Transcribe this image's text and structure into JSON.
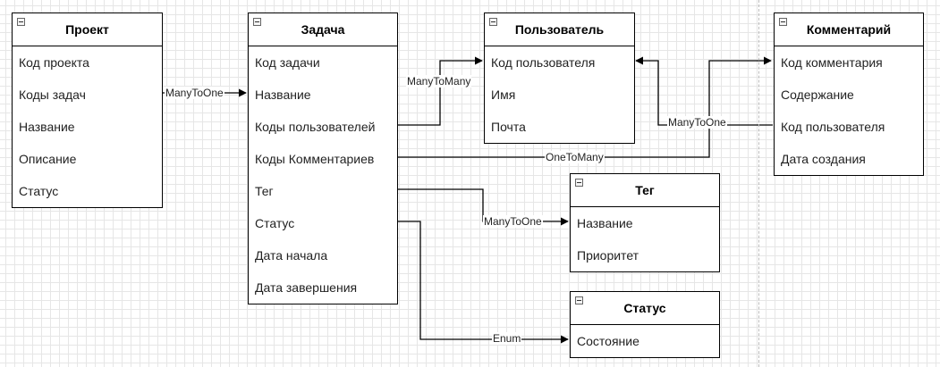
{
  "entities": {
    "project": {
      "title": "Проект",
      "fields": [
        "Код проекта",
        "Коды задач",
        "Название",
        "Описание",
        "Статус"
      ]
    },
    "task": {
      "title": "Задача",
      "fields": [
        "Код задачи",
        "Название",
        "Коды пользователей",
        "Коды Комментариев",
        "Тег",
        "Статус",
        "Дата начала",
        "Дата завершения"
      ]
    },
    "user": {
      "title": "Пользователь",
      "fields": [
        "Код пользователя",
        "Имя",
        "Почта"
      ]
    },
    "comment": {
      "title": "Комментарий",
      "fields": [
        "Код комментария",
        "Содержание",
        "Код пользователя",
        "Дата создания"
      ]
    },
    "tag": {
      "title": "Тег",
      "fields": [
        "Название",
        "Приоритет"
      ]
    },
    "status": {
      "title": "Статус",
      "fields": [
        "Состояние"
      ]
    }
  },
  "relations": {
    "project_task": "ManyToOne",
    "task_user": "ManyToMany",
    "comment_user": "ManyToOne",
    "task_comment": "OneToMany",
    "task_tag": "ManyToOne",
    "task_status": "Enum"
  }
}
